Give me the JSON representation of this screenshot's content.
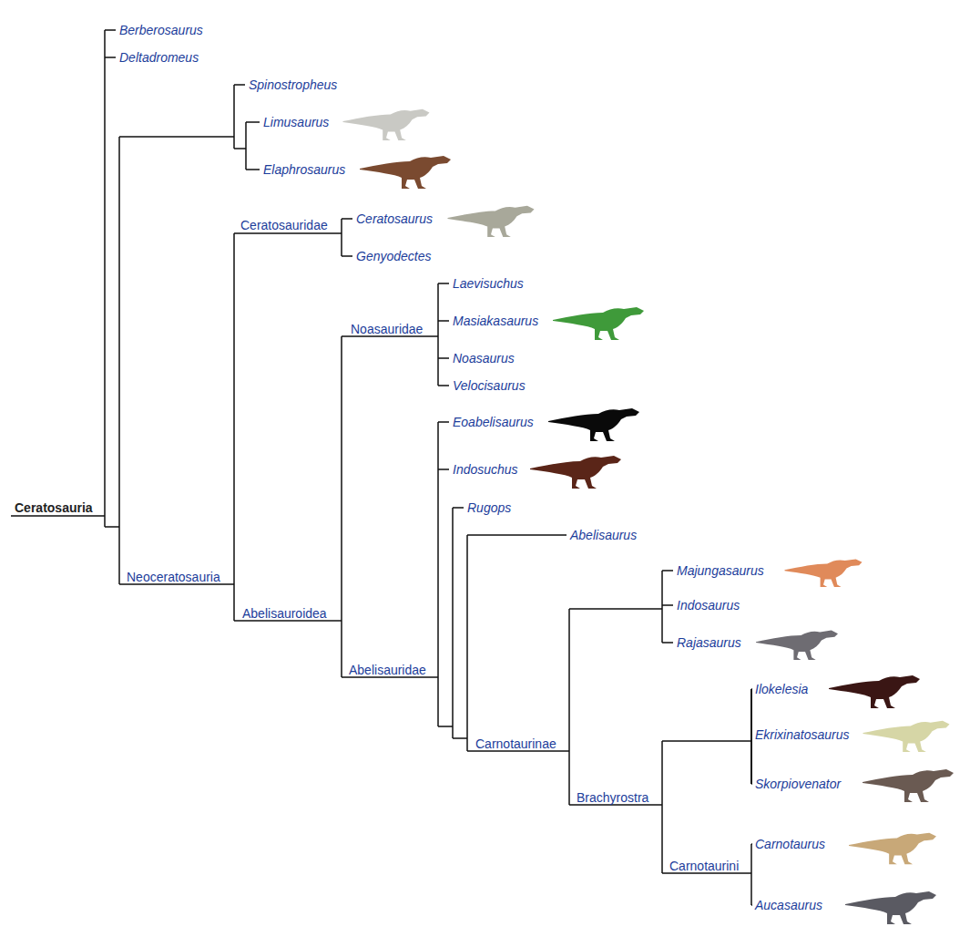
{
  "diagram": {
    "labels": [
      "Berberosaurus",
      "Deltadromeus",
      "Spinostropheus",
      "Limusaurus",
      "Elaphrosaurus",
      "Ceratosaurus",
      "Ceratosauridae",
      "Genyodectes",
      "Laevisuchus",
      "Masiakasaurus",
      "Noasauridae",
      "Noasaurus",
      "Velocisaurus",
      "Eoabelisaurus",
      "Indosuchus",
      "Rugops",
      "Ceratosauria",
      "Abelisaurus",
      "Majungasaurus",
      "Neoceratosauria",
      "Indosaurus",
      "Abelisauroidea",
      "Rajasaurus",
      "Abelisauridae",
      "Ilokelesia",
      "Ekrixinatosaurus",
      "Carnotaurinae",
      "Skorpiovenator",
      "Brachyrostra",
      "Carnotaurus",
      "Carnotaurini",
      "Aucasaurus"
    ]
  }
}
